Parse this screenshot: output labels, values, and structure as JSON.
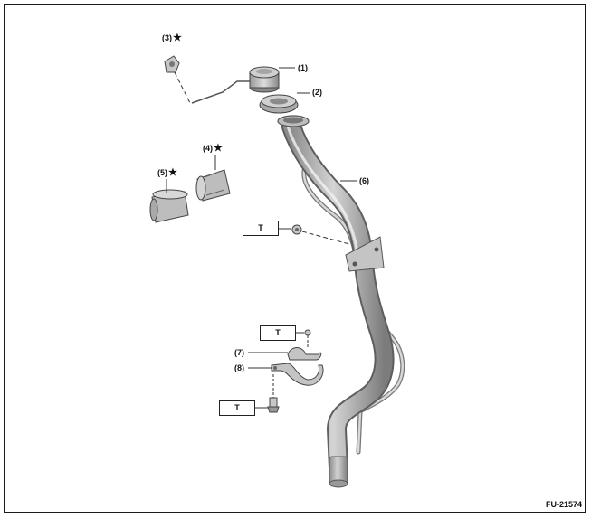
{
  "parts": [
    {
      "label": "(1)"
    },
    {
      "label": "(2)"
    },
    {
      "label": "(3)",
      "marked": true
    },
    {
      "label": "(4)",
      "marked": true
    },
    {
      "label": "(5)",
      "marked": true
    },
    {
      "label": "(6)"
    },
    {
      "label": "(7)"
    },
    {
      "label": "(8)"
    }
  ],
  "star_symbol": "★",
  "torque_marks": [
    "T",
    "T",
    "T"
  ],
  "figure_code": "FU-21574",
  "colors": {
    "metal": "#b9b9b9",
    "metal_dark": "#7a7a7a",
    "line": "#333333"
  }
}
